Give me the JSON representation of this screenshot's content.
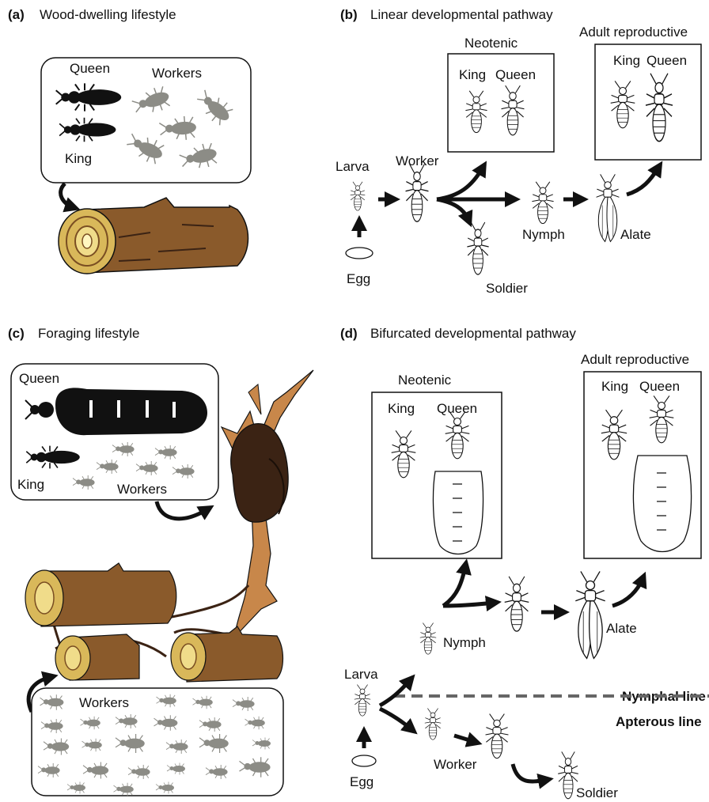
{
  "panel_a": {
    "tag": "(a)",
    "title": "Wood-dwelling lifestyle",
    "queen": "Queen",
    "workers": "Workers",
    "king": "King"
  },
  "panel_b": {
    "tag": "(b)",
    "title": "Linear developmental pathway",
    "neotenic": "Neotenic",
    "neo_king": "King",
    "neo_queen": "Queen",
    "adult_reproductive": "Adult reproductive",
    "ar_king": "King",
    "ar_queen": "Queen",
    "larva": "Larva",
    "worker": "Worker",
    "nymph": "Nymph",
    "alate": "Alate",
    "egg": "Egg",
    "soldier": "Soldier"
  },
  "panel_c": {
    "tag": "(c)",
    "title": "Foraging lifestyle",
    "queen": "Queen",
    "king": "King",
    "workers_box": "Workers",
    "workers_bottom": "Workers"
  },
  "panel_d": {
    "tag": "(d)",
    "title": "Bifurcated developmental pathway",
    "neotenic": "Neotenic",
    "neo_king": "King",
    "neo_queen": "Queen",
    "adult_reproductive": "Adult reproductive",
    "ar_king": "King",
    "ar_queen": "Queen",
    "nymph": "Nymph",
    "alate": "Alate",
    "larva": "Larva",
    "nymphal_line": "Nymphal  line",
    "apterous_line": "Apterous line",
    "egg": "Egg",
    "worker": "Worker",
    "soldier": "Soldier"
  },
  "colors": {
    "wood": "#8a5a2b",
    "wood_end": "#d9b85a",
    "nest": "#3b2314",
    "worker_gray": "#8c8c86",
    "dash_line": "#666666"
  }
}
